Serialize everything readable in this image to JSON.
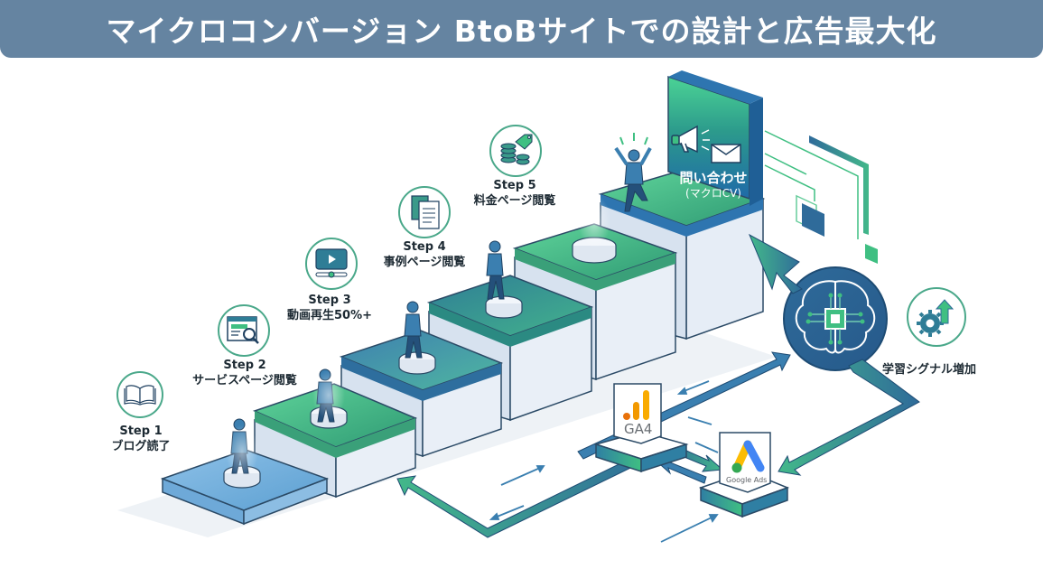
{
  "header": {
    "title": "マイクロコンバージョン BtoBサイトでの設計と広告最大化"
  },
  "steps": [
    {
      "step": "Step 1",
      "name": "ブログ読了",
      "icon": "open-book-icon"
    },
    {
      "step": "Step 2",
      "name": "サービスページ閲覧",
      "icon": "web-page-search-icon"
    },
    {
      "step": "Step 3",
      "name": "動画再生50%+",
      "icon": "video-player-icon"
    },
    {
      "step": "Step 4",
      "name": "事例ページ閲覧",
      "icon": "documents-icon"
    },
    {
      "step": "Step 5",
      "name": "料金ページ閲覧",
      "icon": "coins-price-tag-icon"
    }
  ],
  "goal": {
    "main": "問い合わせ",
    "sub": "(マクロCV)",
    "icons": [
      "megaphone-icon",
      "envelope-icon"
    ]
  },
  "signal": {
    "label": "学習シグナル増加",
    "icons": [
      "ai-brain-chip-icon",
      "gear-growth-arrow-icon"
    ]
  },
  "tools": {
    "ga4": "GA4",
    "google_ads": "Google Ads"
  },
  "colors": {
    "title_bg": "#6584a1",
    "primary_blue": "#2f6b9a",
    "accent_green": "#3fbf82",
    "teal": "#3a9a8a",
    "step_side": "#e3ebf5",
    "ga4_orange": "#f29900",
    "ads_blue": "#4285f4",
    "ads_yellow": "#fbbc04",
    "ads_green": "#34a853"
  }
}
